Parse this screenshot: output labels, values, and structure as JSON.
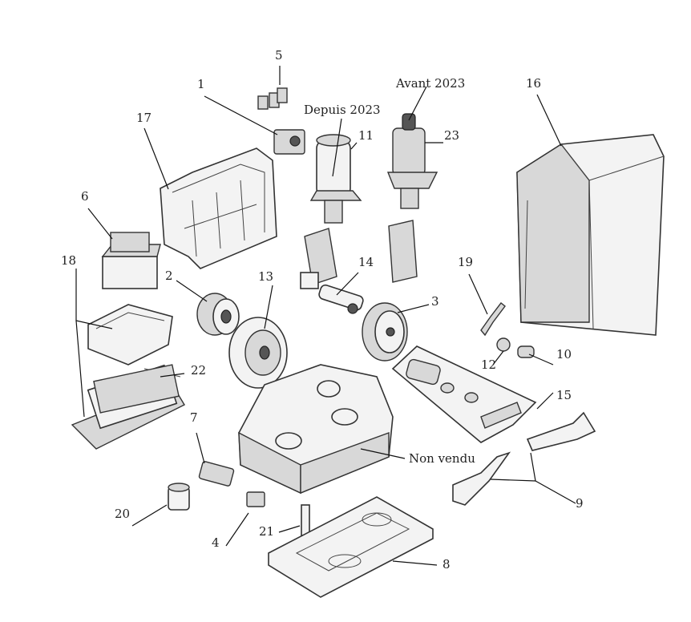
{
  "labels": {
    "n1": "1",
    "n2": "2",
    "n3": "3",
    "n4": "4",
    "n5": "5",
    "n6": "6",
    "n7": "7",
    "n8": "8",
    "n9": "9",
    "n10": "10",
    "n11": "11",
    "n12": "12",
    "n13": "13",
    "n14": "14",
    "n15": "15",
    "n16": "16",
    "n17": "17",
    "n18": "18",
    "n19": "19",
    "n20": "20",
    "n21": "21",
    "n22": "22",
    "n23": "23",
    "depuis": "Depuis 2023",
    "avant": "Avant 2023",
    "non_vendu": "Non vendu"
  }
}
